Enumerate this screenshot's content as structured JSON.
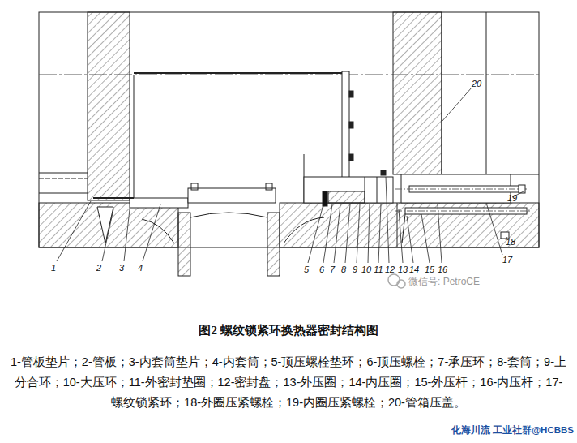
{
  "diagram": {
    "title": "图2 螺纹锁紧环换热器密封结构图",
    "caption": "1-管板垫片；2-管板；3-内套筒垫片；4-内套筒；5-顶压螺栓垫环；6-顶压螺栓；7-承压环；8-套筒；9-上分合环；10-大压环；11-外密封垫圈；12-密封盘；13-外压圈；14-内压圈；15-外压杆；16-内压杆；17-螺纹锁紧环；18-外圈压紧螺栓；19-内圈压紧螺栓；20-管箱压盖。",
    "labels": [
      "1",
      "2",
      "3",
      "4",
      "5",
      "6",
      "7",
      "8",
      "9",
      "10",
      "11",
      "12",
      "13",
      "14",
      "15",
      "16",
      "17",
      "18",
      "19",
      "20",
      "微信号: PetroCE",
      "化海川流 工业社群@HCBBS"
    ]
  }
}
